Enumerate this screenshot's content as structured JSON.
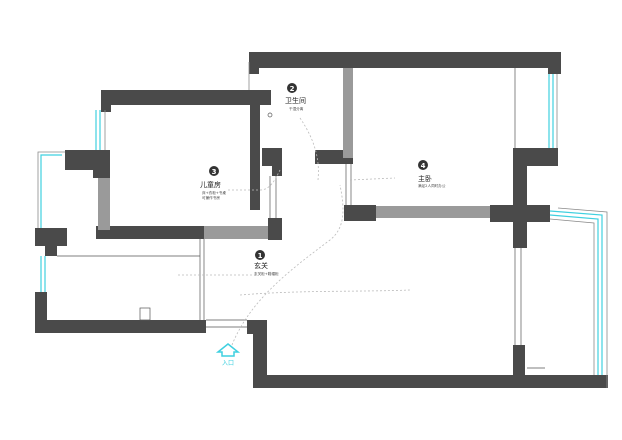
{
  "rooms": [
    {
      "num": "1",
      "name": "玄关",
      "sub": "玄关柜+鞋帽柜"
    },
    {
      "num": "2",
      "name": "卫生间",
      "sub": "干湿分离"
    },
    {
      "num": "3",
      "name": "儿童房",
      "sub1": "床+衣柜+书桌",
      "sub2": "可兼作书房"
    },
    {
      "num": "4",
      "name": "主卧",
      "sub": "满足2人同时办公"
    }
  ],
  "entrance": {
    "label": "入口",
    "color": "#3fd0e0"
  },
  "colors": {
    "wall": "#4a4a4a",
    "wall_light": "#9a9a9a",
    "window": "#3fd0e0"
  }
}
